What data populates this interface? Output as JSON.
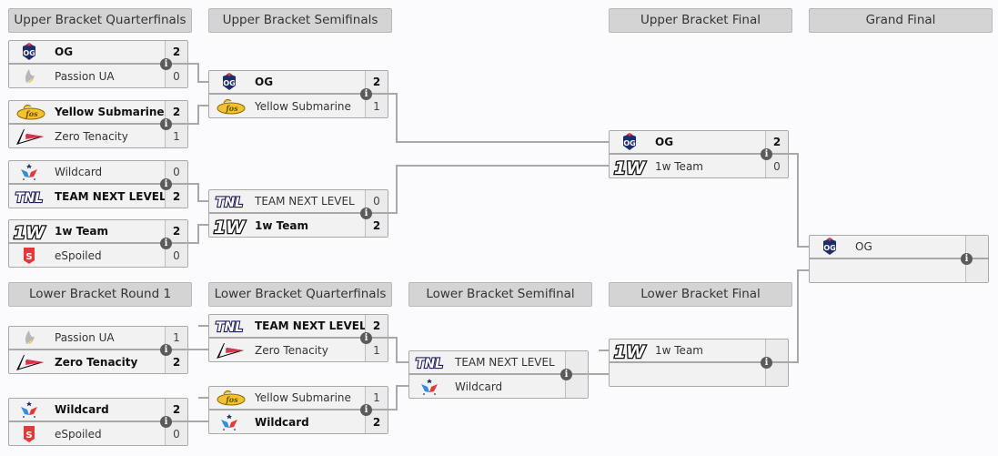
{
  "headers": {
    "ubqf": "Upper Bracket Quarterfinals",
    "ubsf": "Upper Bracket Semifinals",
    "ubf": "Upper Bracket Final",
    "gf": "Grand Final",
    "lbr1": "Lower Bracket Round 1",
    "lbqf": "Lower Bracket Quarterfinals",
    "lbsf": "Lower Bracket Semifinal",
    "lbf": "Lower Bracket Final"
  },
  "colors": {
    "header_bg": "#d4d4d4",
    "match_bg": "#f2f2f2",
    "line": "#a8a8a8",
    "info_icon": "#5b5b5b"
  },
  "matches": {
    "ubqf1": {
      "t1": {
        "name": "OG",
        "logo": "og-logo",
        "score": "2",
        "win": true
      },
      "t2": {
        "name": "Passion UA",
        "logo": "passion-ua-logo",
        "score": "0",
        "win": false
      }
    },
    "ubqf2": {
      "t1": {
        "name": "Yellow Submarine",
        "logo": "yellow-submarine-logo",
        "score": "2",
        "win": true
      },
      "t2": {
        "name": "Zero Tenacity",
        "logo": "zero-tenacity-logo",
        "score": "1",
        "win": false
      }
    },
    "ubqf3": {
      "t1": {
        "name": "Wildcard",
        "logo": "wildcard-logo",
        "score": "0",
        "win": false
      },
      "t2": {
        "name": "TEAM NEXT LEVEL",
        "logo": "tnl-logo",
        "score": "2",
        "win": true
      }
    },
    "ubqf4": {
      "t1": {
        "name": "1w Team",
        "logo": "1w-logo",
        "score": "2",
        "win": true
      },
      "t2": {
        "name": "eSpoiled",
        "logo": "espoiled-logo",
        "score": "0",
        "win": false
      }
    },
    "ubsf1": {
      "t1": {
        "name": "OG",
        "logo": "og-logo",
        "score": "2",
        "win": true
      },
      "t2": {
        "name": "Yellow Submarine",
        "logo": "yellow-submarine-logo",
        "score": "1",
        "win": false
      }
    },
    "ubsf2": {
      "t1": {
        "name": "TEAM NEXT LEVEL",
        "logo": "tnl-logo",
        "score": "0",
        "win": false
      },
      "t2": {
        "name": "1w Team",
        "logo": "1w-logo",
        "score": "2",
        "win": true
      }
    },
    "ubf": {
      "t1": {
        "name": "OG",
        "logo": "og-logo",
        "score": "2",
        "win": true
      },
      "t2": {
        "name": "1w Team",
        "logo": "1w-logo",
        "score": "0",
        "win": false
      }
    },
    "gf": {
      "t1": {
        "name": "OG",
        "logo": "og-logo",
        "score": "",
        "win": false
      },
      "t2": {
        "name": "",
        "logo": "",
        "score": "",
        "win": false
      }
    },
    "lbr1a": {
      "t1": {
        "name": "Passion UA",
        "logo": "passion-ua-logo",
        "score": "1",
        "win": false
      },
      "t2": {
        "name": "Zero Tenacity",
        "logo": "zero-tenacity-logo",
        "score": "2",
        "win": true
      }
    },
    "lbr1b": {
      "t1": {
        "name": "Wildcard",
        "logo": "wildcard-logo",
        "score": "2",
        "win": true
      },
      "t2": {
        "name": "eSpoiled",
        "logo": "espoiled-logo",
        "score": "0",
        "win": false
      }
    },
    "lbqf1": {
      "t1": {
        "name": "TEAM NEXT LEVEL",
        "logo": "tnl-logo",
        "score": "2",
        "win": true
      },
      "t2": {
        "name": "Zero Tenacity",
        "logo": "zero-tenacity-logo",
        "score": "1",
        "win": false
      }
    },
    "lbqf2": {
      "t1": {
        "name": "Yellow Submarine",
        "logo": "yellow-submarine-logo",
        "score": "1",
        "win": false
      },
      "t2": {
        "name": "Wildcard",
        "logo": "wildcard-logo",
        "score": "2",
        "win": true
      }
    },
    "lbsf": {
      "t1": {
        "name": "TEAM NEXT LEVEL",
        "logo": "tnl-logo",
        "score": "",
        "win": false
      },
      "t2": {
        "name": "Wildcard",
        "logo": "wildcard-logo",
        "score": "",
        "win": false
      }
    },
    "lbf": {
      "t1": {
        "name": "1w Team",
        "logo": "1w-logo",
        "score": "",
        "win": false
      },
      "t2": {
        "name": "",
        "logo": "",
        "score": "",
        "win": false
      }
    }
  }
}
